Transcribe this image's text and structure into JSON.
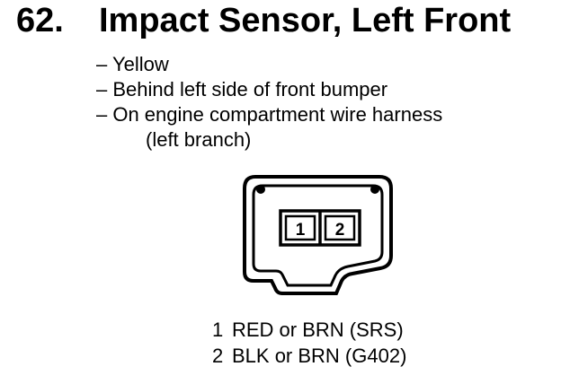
{
  "heading": {
    "number": "62.",
    "title": "Impact Sensor, Left Front"
  },
  "notes": [
    "– Yellow",
    "– Behind left side of front bumper",
    "– On engine compartment wire harness",
    "(left branch)"
  ],
  "connector": {
    "cavity_labels": [
      "1",
      "2"
    ]
  },
  "pins": [
    {
      "number": "1",
      "wire": "RED or BRN (SRS)"
    },
    {
      "number": "2",
      "wire": "BLK or BRN (G402)"
    }
  ]
}
